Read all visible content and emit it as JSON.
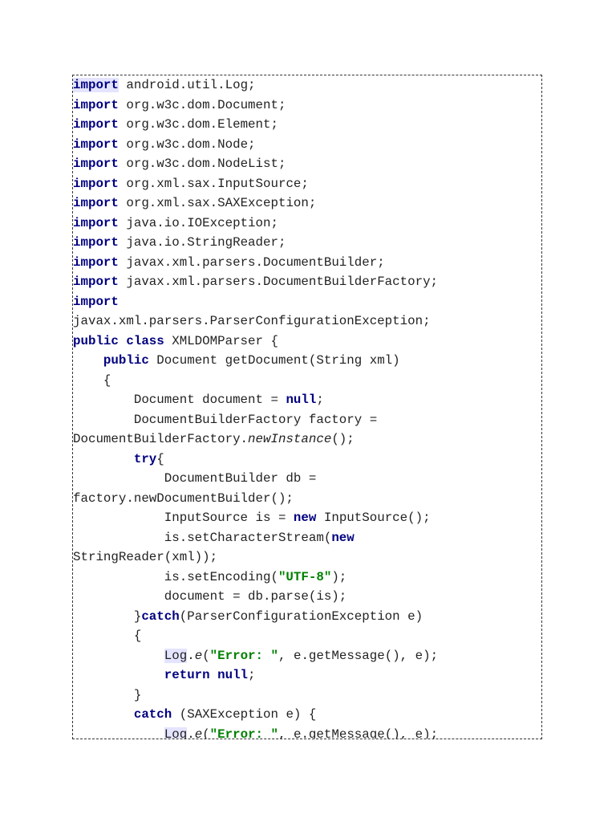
{
  "document": {
    "lines": [
      [
        {
          "t": "import",
          "k": "kw",
          "hl": true
        },
        {
          "t": " android.util.Log;"
        }
      ],
      [
        {
          "t": "import",
          "k": "kw"
        },
        {
          "t": " org.w3c.dom.Document;"
        }
      ],
      [
        {
          "t": "import",
          "k": "kw"
        },
        {
          "t": " org.w3c.dom.Element;"
        }
      ],
      [
        {
          "t": "import",
          "k": "kw"
        },
        {
          "t": " org.w3c.dom.Node;"
        }
      ],
      [
        {
          "t": "import",
          "k": "kw"
        },
        {
          "t": " org.w3c.dom.NodeList;"
        }
      ],
      [
        {
          "t": "import",
          "k": "kw"
        },
        {
          "t": " org.xml.sax.InputSource;"
        }
      ],
      [
        {
          "t": "import",
          "k": "kw"
        },
        {
          "t": " org.xml.sax.SAXException;"
        }
      ],
      [
        {
          "t": "import",
          "k": "kw"
        },
        {
          "t": " java.io.IOException;"
        }
      ],
      [
        {
          "t": "import",
          "k": "kw"
        },
        {
          "t": " java.io.StringReader;"
        }
      ],
      [
        {
          "t": "import",
          "k": "kw"
        },
        {
          "t": " javax.xml.parsers.DocumentBuilder;"
        }
      ],
      [
        {
          "t": "import",
          "k": "kw"
        },
        {
          "t": " javax.xml.parsers.DocumentBuilderFactory;"
        }
      ],
      [
        {
          "t": "import",
          "k": "kw"
        }
      ],
      [
        {
          "t": "javax.xml.parsers.ParserConfigurationException;"
        }
      ],
      [
        {
          "t": "public class",
          "k": "kw"
        },
        {
          "t": " XMLDOMParser {"
        }
      ],
      [
        {
          "t": "    "
        },
        {
          "t": "public",
          "k": "kw"
        },
        {
          "t": " Document getDocument(String xml)"
        }
      ],
      [
        {
          "t": "    {"
        }
      ],
      [
        {
          "t": "        Document document = "
        },
        {
          "t": "null",
          "k": "kw"
        },
        {
          "t": ";"
        }
      ],
      [
        {
          "t": "        DocumentBuilderFactory factory ="
        }
      ],
      [
        {
          "t": "DocumentBuilderFactory."
        },
        {
          "t": "newInstance",
          "k": "it"
        },
        {
          "t": "();"
        }
      ],
      [
        {
          "t": "        "
        },
        {
          "t": "try",
          "k": "kw"
        },
        {
          "t": "{"
        }
      ],
      [
        {
          "t": "            DocumentBuilder db ="
        }
      ],
      [
        {
          "t": "factory.newDocumentBuilder();"
        }
      ],
      [
        {
          "t": "            InputSource is = "
        },
        {
          "t": "new",
          "k": "kw"
        },
        {
          "t": " InputSource();"
        }
      ],
      [
        {
          "t": "            is.setCharacterStream("
        },
        {
          "t": "new",
          "k": "kw"
        }
      ],
      [
        {
          "t": "StringReader(xml));"
        }
      ],
      [
        {
          "t": "            is.setEncoding("
        },
        {
          "t": "\"UTF-8\"",
          "k": "str"
        },
        {
          "t": ");"
        }
      ],
      [
        {
          "t": "            document = db.parse(is);"
        }
      ],
      [
        {
          "t": "        }"
        },
        {
          "t": "catch",
          "k": "kw"
        },
        {
          "t": "(ParserConfigurationException e)"
        }
      ],
      [
        {
          "t": "        {"
        }
      ],
      [
        {
          "t": "            "
        },
        {
          "t": "Log",
          "hl": true
        },
        {
          "t": "."
        },
        {
          "t": "e",
          "k": "it"
        },
        {
          "t": "("
        },
        {
          "t": "\"Error: \"",
          "k": "str"
        },
        {
          "t": ", e.getMessage(), e);"
        }
      ],
      [
        {
          "t": "            "
        },
        {
          "t": "return null",
          "k": "kw"
        },
        {
          "t": ";"
        }
      ],
      [
        {
          "t": "        }"
        }
      ],
      [
        {
          "t": "        "
        },
        {
          "t": "catch",
          "k": "kw"
        },
        {
          "t": " (SAXException e) {"
        }
      ],
      [
        {
          "t": "            "
        },
        {
          "t": "Log",
          "hl": true
        },
        {
          "t": "."
        },
        {
          "t": "e",
          "k": "it"
        },
        {
          "t": "("
        },
        {
          "t": "\"Error: \"",
          "k": "str"
        },
        {
          "t": ", e.getMessage(), e);"
        }
      ]
    ]
  }
}
